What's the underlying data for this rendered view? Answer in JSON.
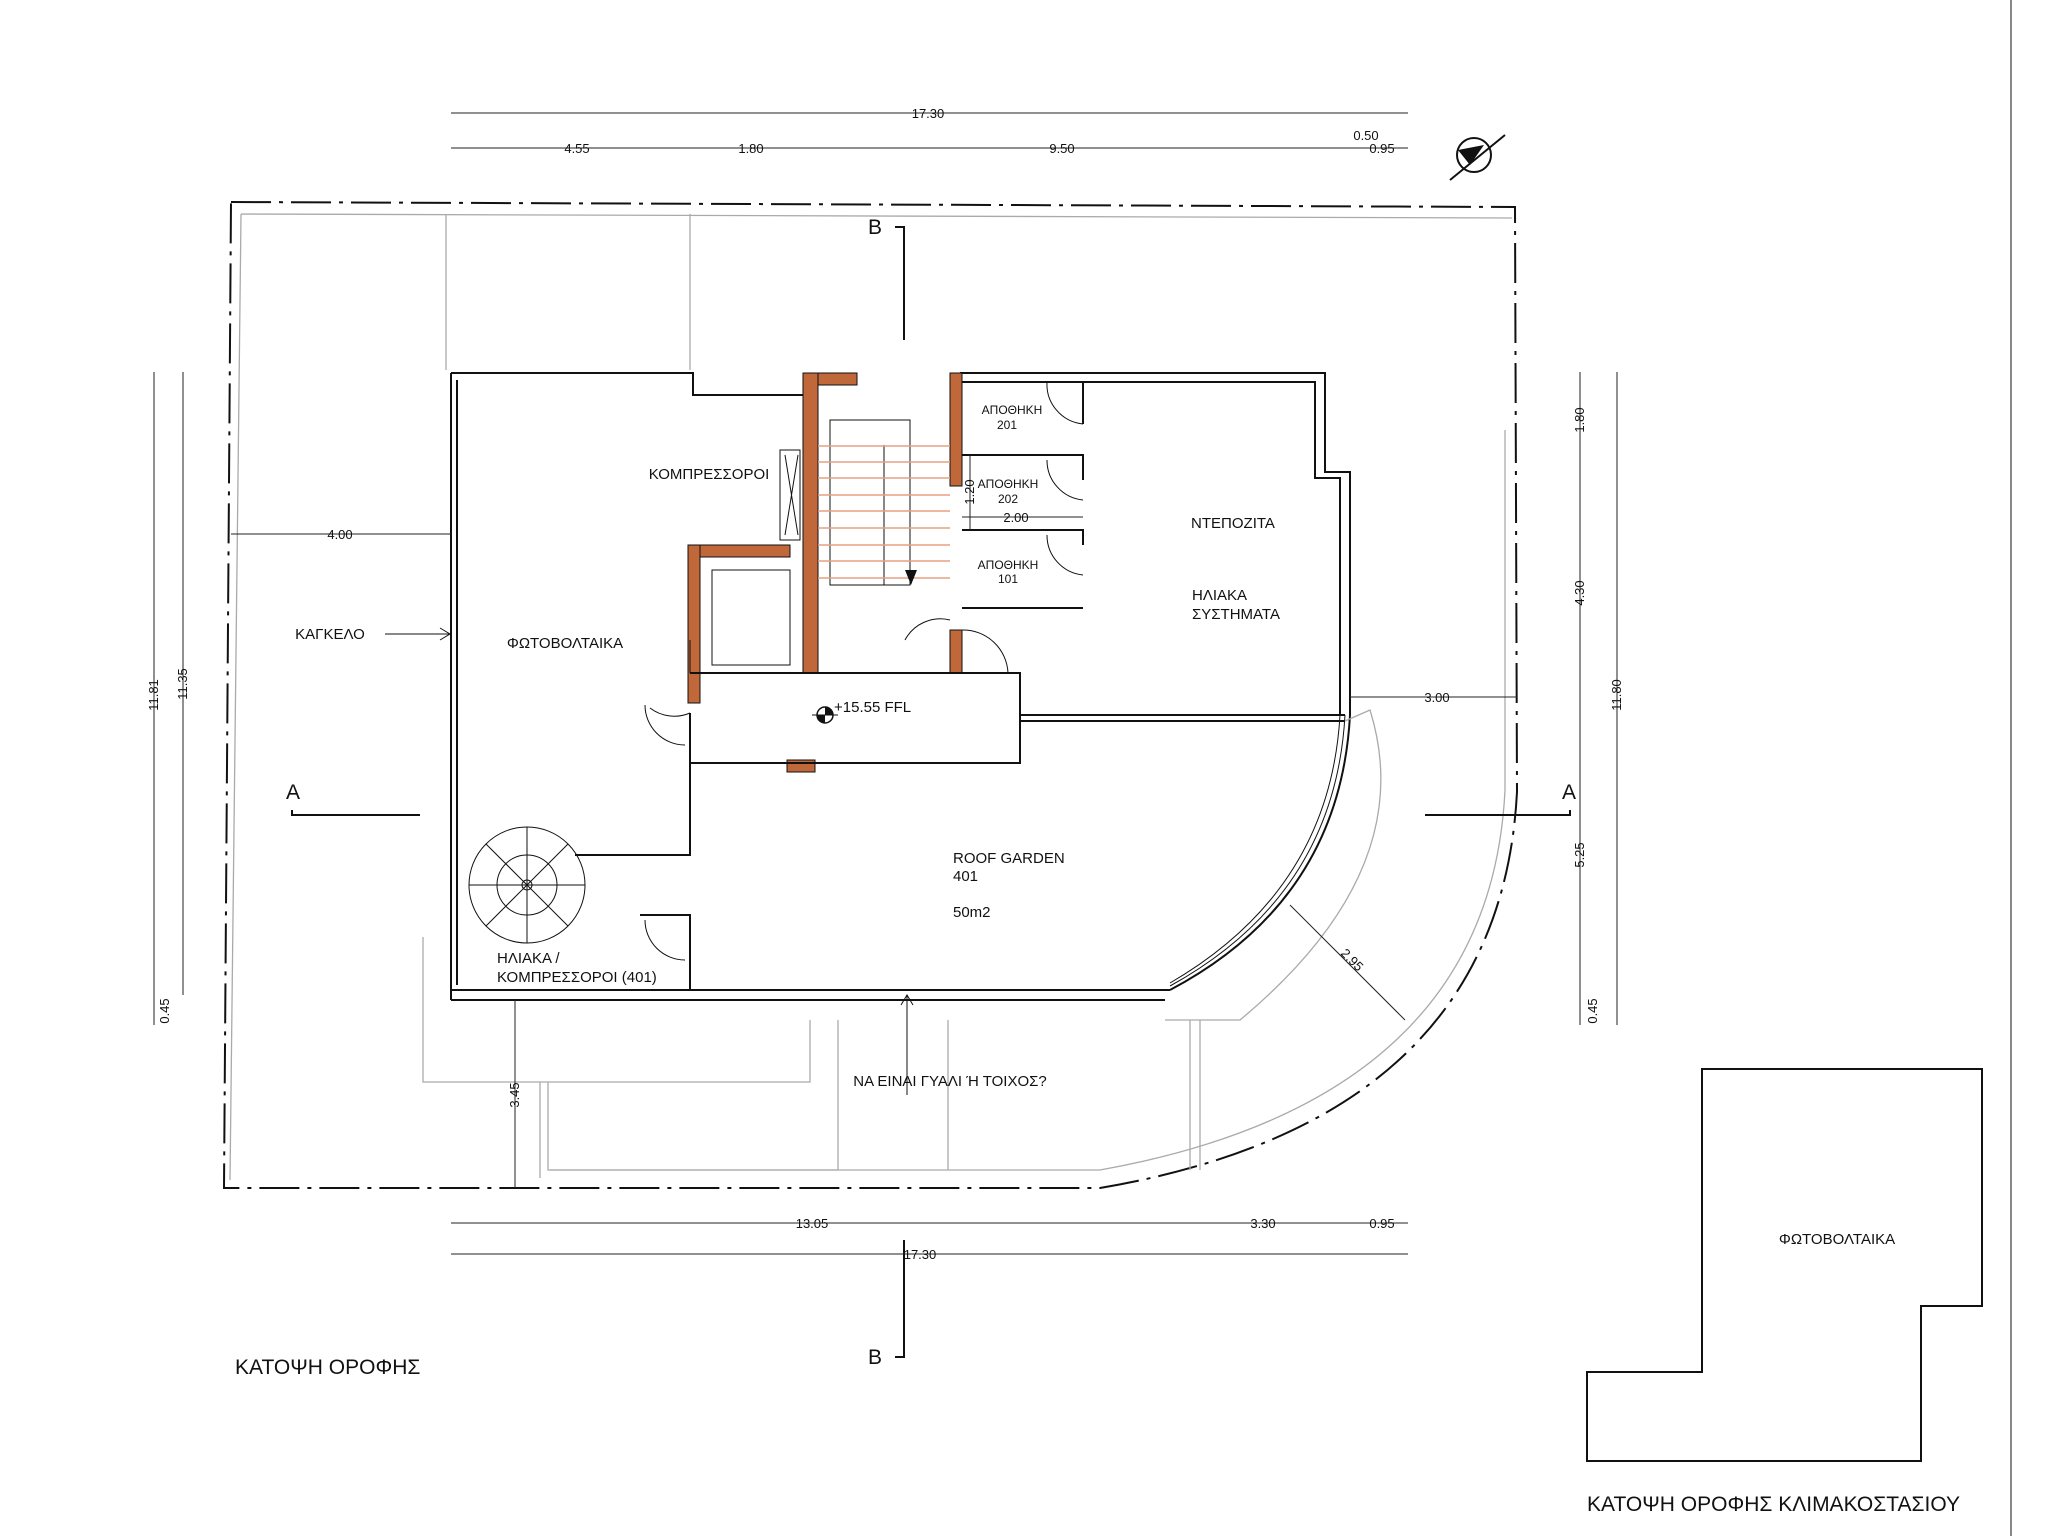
{
  "dimensions": {
    "top_total": "17.30",
    "top_1": "4.55",
    "top_2": "1.80",
    "top_3": "9.50",
    "top_4": "0.50",
    "top_5": "0.95",
    "bottom_1": "13.05",
    "bottom_2": "3.30",
    "bottom_3": "0.95",
    "bottom_total": "17.30",
    "left_1": "11.81",
    "left_2": "11.35",
    "left_3": "0.45",
    "right_1": "1.80",
    "right_2": "4.30",
    "right_3": "5.25",
    "right_4": "0.45",
    "right_total": "11.80",
    "inner_400": "4.00",
    "inner_300": "3.00",
    "inner_120": "1.20",
    "inner_200": "2.00",
    "inner_295": "2.95",
    "inner_345": "3.45"
  },
  "sections": {
    "b_top": "B",
    "b_bottom": "B",
    "a_left": "A",
    "a_right": "A"
  },
  "rooms": {
    "compressors": "ΚΟΜΠΡΕΣΣΟΡΟΙ",
    "storage_201": "ΑΠΟΘΗΚΗ",
    "storage_201_no": "201",
    "storage_202": "ΑΠΟΘΗΚΗ",
    "storage_202_no": "202",
    "storage_101": "ΑΠΟΘΗΚΗ",
    "storage_101_no": "101",
    "tanks": "ΝΤΕΠΟΖΙΤΑ",
    "solar_1": "ΗΛΙΑΚΑ",
    "solar_2": "ΣΥΣΤΗΜΑΤΑ",
    "railing": "ΚΑΓΚΕΛΟ",
    "photovoltaics": "ΦΩΤΟΒΟΛΤΑΙΚΑ",
    "level": "+15.55  FFL",
    "roof_garden": "ROOF GARDEN",
    "roof_garden_no": "401",
    "roof_garden_area": "50m2",
    "solar_comp_1": "ΗΛΙΑΚΑ /",
    "solar_comp_2": "ΚΟΜΠΡΕΣΣΟΡΟΙ (401)",
    "note": "ΝΑ ΕΙΝΑΙ ΓΥΑΛΙ Ή ΤΟΙΧΟΣ?"
  },
  "titles": {
    "roof_plan": "ΚΑΤΟΨΗ ΟΡΟΦΗΣ",
    "stair_roof_plan": "ΚΑΤΟΨΗ ΟΡΟΦΗΣ ΚΛΙΜΑΚΟΣΤΑΣΙΟΥ",
    "stair_roof_pv": "ΦΩΤΟΒΟΛΤΑΙΚΑ"
  },
  "colors": {
    "wall_fill": "#c0683a",
    "stair_lines": "#e8a080"
  }
}
